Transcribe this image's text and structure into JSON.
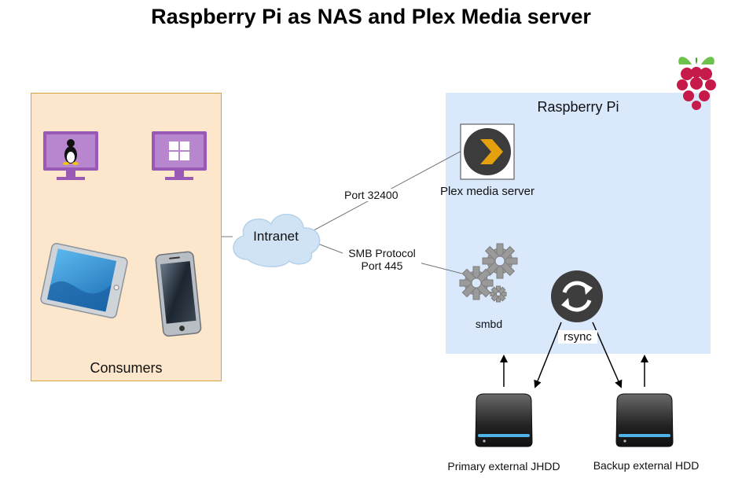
{
  "title": "Raspberry Pi as NAS and Plex Media server",
  "consumers": {
    "label": "Consumers",
    "devices": [
      "linux-monitor-icon",
      "windows-monitor-icon",
      "tablet-icon",
      "smartphone-icon"
    ]
  },
  "network": {
    "label": "Intranet",
    "plex_link_label": "Port 32400",
    "smb_link_label_line1": "SMB Protocol",
    "smb_link_label_line2": "Port 445"
  },
  "raspberry_pi": {
    "label": "Raspberry Pi",
    "plex": {
      "label": "Plex media server",
      "icon": "plex-icon"
    },
    "smbd": {
      "label": "smbd",
      "icon": "gears-icon"
    },
    "rsync": {
      "label": "rsync",
      "icon": "sync-icon"
    }
  },
  "drives": {
    "primary_label": "Primary external JHDD",
    "backup_label": "Backup external HDD"
  },
  "colors": {
    "consumers_fill": "#fce7cc",
    "consumers_border": "#d9a23c",
    "pi_fill": "#dae8fc",
    "cloud_fill": "#cfe3f5",
    "raspberry": "#c51a4a",
    "monitor": "#9b59b6"
  }
}
